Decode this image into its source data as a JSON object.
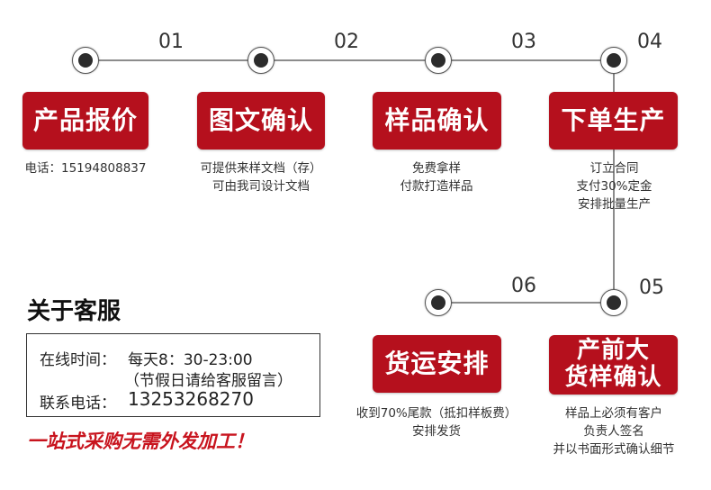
{
  "steps": [
    {
      "number": "01",
      "title": "产品报价",
      "desc": [
        "电话：15194808837"
      ]
    },
    {
      "number": "02",
      "title": "图文确认",
      "desc": [
        "可提供来样文档（存）",
        "可由我司设计文档"
      ]
    },
    {
      "number": "03",
      "title": "样品确认",
      "desc": [
        "免费拿样",
        "付款打造样品"
      ]
    },
    {
      "number": "04",
      "title": "下单生产",
      "desc": [
        "订立合同",
        "支付30%定金",
        "安排批量生产"
      ]
    },
    {
      "number": "05",
      "title": [
        "产前大",
        "货样确认"
      ],
      "desc": [
        "样品上必须有客户",
        "负责人签名",
        "并以书面形式确认细节"
      ]
    },
    {
      "number": "06",
      "title": "货运安排",
      "desc": [
        "收到70%尾款（抵扣样板费）",
        "安排发货"
      ]
    }
  ],
  "service": {
    "heading": "关于客服",
    "hours_label": "在线时间：",
    "hours_value": "每天8：30-23:00",
    "hours_note": "（节假日请给客服留言）",
    "phone_label": "联系电话：",
    "phone_value": "13253268270"
  },
  "slogan": "一站式采购无需外发加工！",
  "colors": {
    "accent": "#b5101d",
    "slogan": "#c8141e",
    "line": "#555555"
  }
}
